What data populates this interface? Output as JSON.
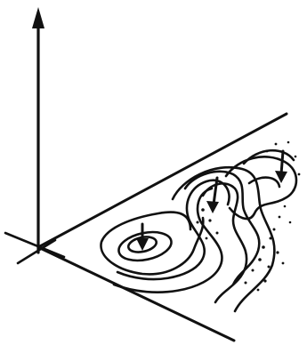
{
  "figure": {
    "background": "#ffffff",
    "ink_color": "#111111",
    "elements": [
      "vertical-axis-with-arrowhead",
      "horizontal-axis",
      "receding-axis",
      "wedge-upper-edge",
      "wedge-lower-edge",
      "closed-contour-loop-with-arrow",
      "meandering-contour-bands",
      "downward-arrows",
      "stippled-dots"
    ],
    "arrow_count": 3,
    "text_labels": []
  }
}
